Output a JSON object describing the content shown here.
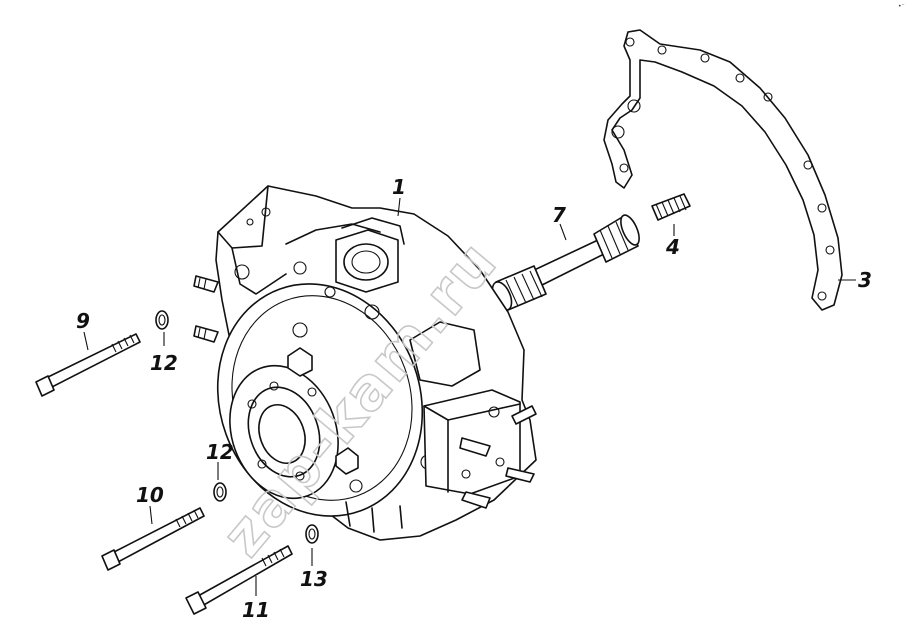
{
  "diagram": {
    "type": "exploded-parts-diagram",
    "watermark": "zap-kam.ru",
    "corner_mark": "•⁻",
    "callouts": [
      {
        "id": "c1",
        "label": "1"
      },
      {
        "id": "c3",
        "label": "3"
      },
      {
        "id": "c4",
        "label": "4"
      },
      {
        "id": "c7",
        "label": "7"
      },
      {
        "id": "c9",
        "label": "9"
      },
      {
        "id": "c10",
        "label": "10"
      },
      {
        "id": "c11",
        "label": "11"
      },
      {
        "id": "c12a",
        "label": "12"
      },
      {
        "id": "c12b",
        "label": "12"
      },
      {
        "id": "c13",
        "label": "13"
      }
    ]
  }
}
